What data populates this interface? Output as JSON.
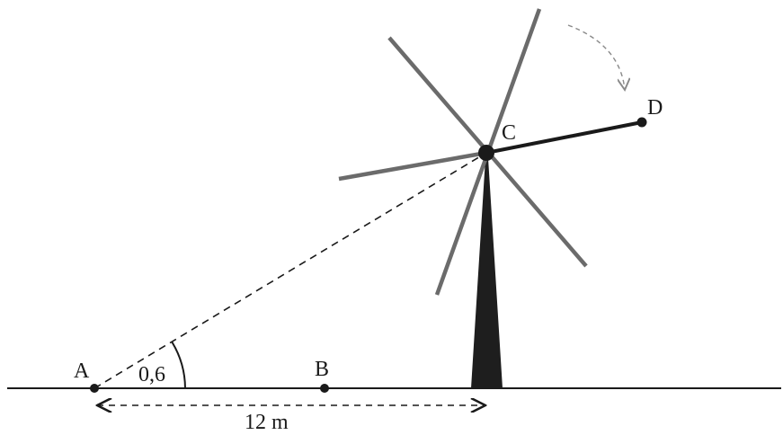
{
  "diagram": {
    "points": {
      "A": "A",
      "B": "B",
      "C": "C",
      "D": "D"
    },
    "angle_label": "0,6",
    "distance_label": "12 m",
    "colors": {
      "ink": "#1a1a1a",
      "blades": "#6b6b6b",
      "tower": "#1e1e1e",
      "rotation_arrow": "#8a8a8a"
    }
  }
}
